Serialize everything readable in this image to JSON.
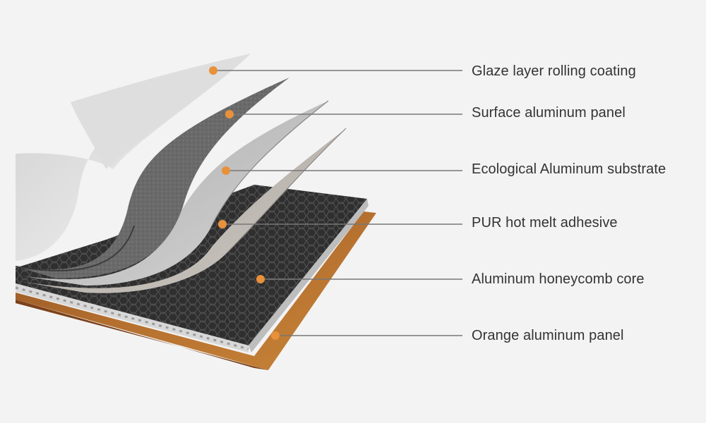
{
  "colors": {
    "background": "#f3f3f3",
    "marker": "#e8913a",
    "leader_line": "#777777",
    "label_text": "#333333"
  },
  "layers": [
    {
      "label": "Glaze layer rolling coating",
      "color": "#e4e4e4"
    },
    {
      "label": "Surface aluminum panel",
      "color": "#6c6c6c"
    },
    {
      "label": "Ecological Aluminum substrate",
      "color": "#c9c9c9"
    },
    {
      "label": "PUR hot melt adhesive",
      "color": "#bdb7b1"
    },
    {
      "label": "Aluminum honeycomb core",
      "color": "#3a3a3a"
    },
    {
      "label": "Orange aluminum panel",
      "color": "#b5702f"
    }
  ]
}
